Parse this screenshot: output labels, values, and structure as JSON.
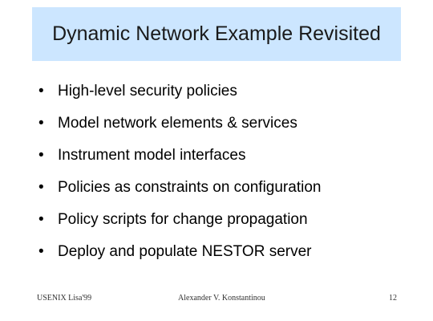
{
  "slide": {
    "title": "Dynamic Network Example Revisited",
    "bullet_symbol": "•",
    "bullets": [
      "High-level security policies",
      "Model network elements & services",
      "Instrument model interfaces",
      "Policies as constraints on configuration",
      "Policy scripts for change propagation",
      "Deploy and populate NESTOR server"
    ]
  },
  "footer": {
    "left": "USENIX Lisa'99",
    "center": "Alexander V. Konstantinou",
    "page_number": "12"
  },
  "colors": {
    "title_background": "#cce6ff"
  }
}
